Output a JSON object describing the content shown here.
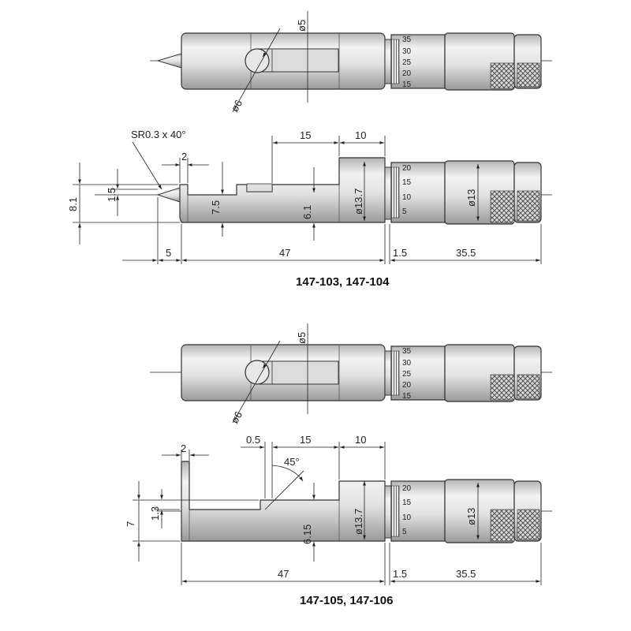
{
  "view1_top": {
    "dia_pin": "ø5",
    "dia_hole": "ø6",
    "thimble_scale": [
      "35",
      "30",
      "25",
      "20",
      "15"
    ]
  },
  "view1_side": {
    "callout_tip": "SR0.3 x 40°",
    "dim_top_2": "2",
    "dim_15": "15",
    "dim_10": "10",
    "dim_8_1": "8.1",
    "dim_1_5": "1.5",
    "dim_7_5": "7.5",
    "dim_6_1": "6.1",
    "dim_dia13_7": "ø13.7",
    "dim_dia13": "ø13",
    "dim_5": "5",
    "dim_47": "47",
    "dim_1_5b": "1.5",
    "dim_35_5": "35.5",
    "thimble_scale": [
      "20",
      "15",
      "10",
      "5"
    ]
  },
  "caption_1": "147-103, 147-104",
  "view2_top": {
    "dia_pin": "ø5",
    "dia_hole": "ø6",
    "thimble_scale": [
      "35",
      "30",
      "25",
      "20",
      "15"
    ]
  },
  "view2_side": {
    "dim_top_2": "2",
    "dim_0_5": "0.5",
    "dim_15": "15",
    "dim_10": "10",
    "dim_45": "45°",
    "dim_7": "7",
    "dim_1_3": "1.3",
    "dim_6_15": "6.15",
    "dim_dia13_7": "ø13.7",
    "dim_dia13": "ø13",
    "dim_47": "47",
    "dim_1_5": "1.5",
    "dim_35_5": "35.5",
    "thimble_scale": [
      "20",
      "15",
      "10",
      "5"
    ]
  },
  "caption_2": "147-105, 147-106",
  "colors": {
    "body_light": "#ebebeb",
    "body_mid": "#c8c8c8",
    "body_dark": "#8a8a8a",
    "outline": "#333333"
  }
}
